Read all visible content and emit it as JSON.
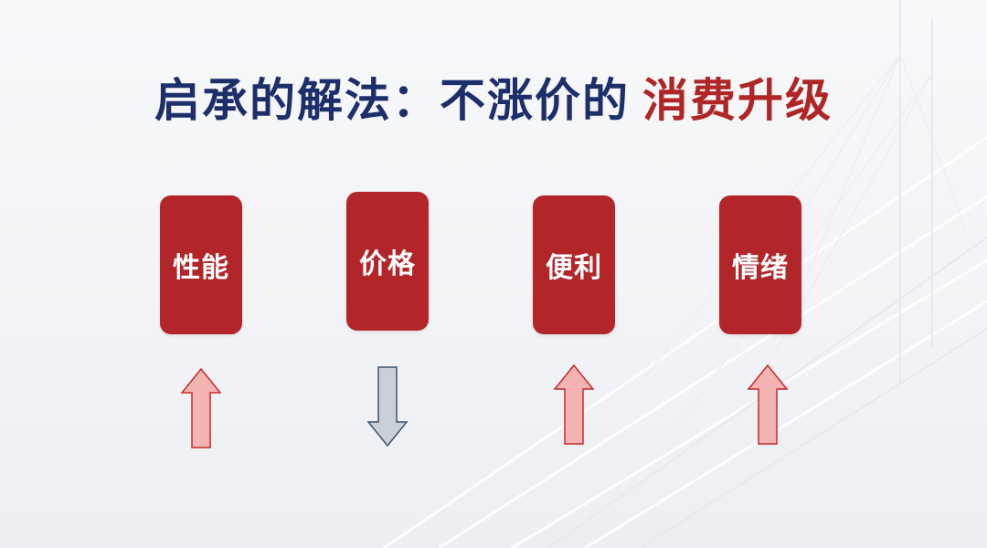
{
  "title": {
    "main": "启承的解法：不涨价的",
    "accent": "消费升级"
  },
  "colors": {
    "title_main": "#1c2f6b",
    "title_accent": "#b02525",
    "card": "#b2262a",
    "arrow_up_fill": "#f4b3b3",
    "arrow_up_stroke": "#c62b2b",
    "arrow_down_fill": "#c9d0da",
    "arrow_down_stroke": "#3e5370"
  },
  "factors": [
    {
      "label": "性能",
      "direction": "up",
      "arrow_icon": "arrow-up-icon"
    },
    {
      "label": "价格",
      "direction": "down",
      "arrow_icon": "arrow-down-icon"
    },
    {
      "label": "便利",
      "direction": "up",
      "arrow_icon": "arrow-up-icon"
    },
    {
      "label": "情绪",
      "direction": "up",
      "arrow_icon": "arrow-up-icon"
    }
  ]
}
